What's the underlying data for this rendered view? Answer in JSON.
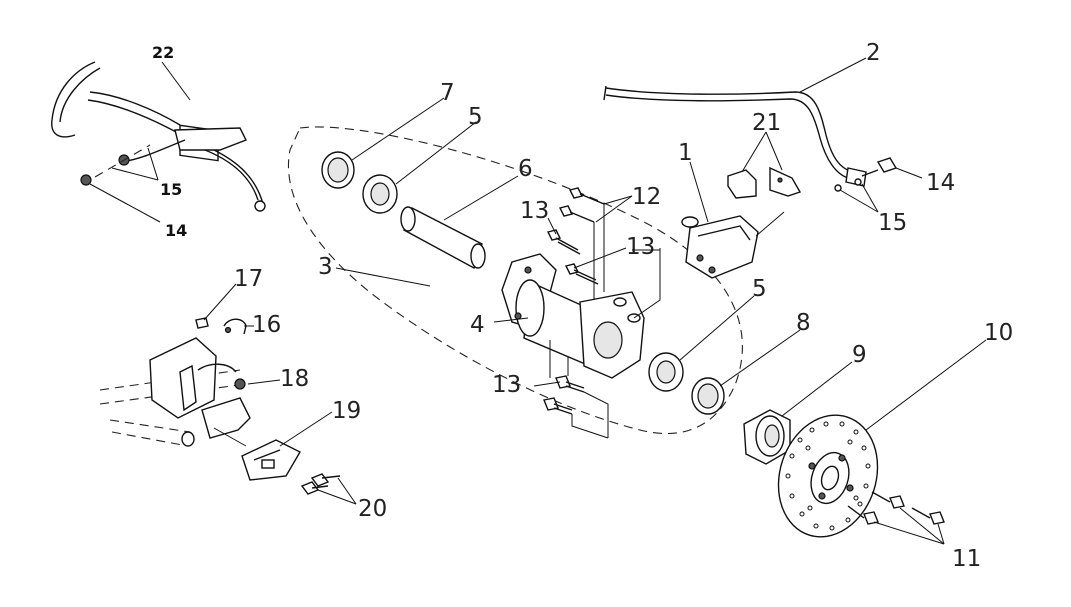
{
  "callouts": {
    "c1": "1",
    "c2": "2",
    "c3": "3",
    "c4": "4",
    "c5a": "5",
    "c5b": "5",
    "c6": "6",
    "c7": "7",
    "c8": "8",
    "c9": "9",
    "c10": "10",
    "c11": "11",
    "c12": "12",
    "c13a": "13",
    "c13b": "13",
    "c13c": "13",
    "c14a": "14",
    "c14b": "14",
    "c15a": "15",
    "c15b": "15",
    "c16": "16",
    "c17": "17",
    "c18": "18",
    "c19": "19",
    "c20": "20",
    "c21": "21",
    "c22": "22"
  }
}
